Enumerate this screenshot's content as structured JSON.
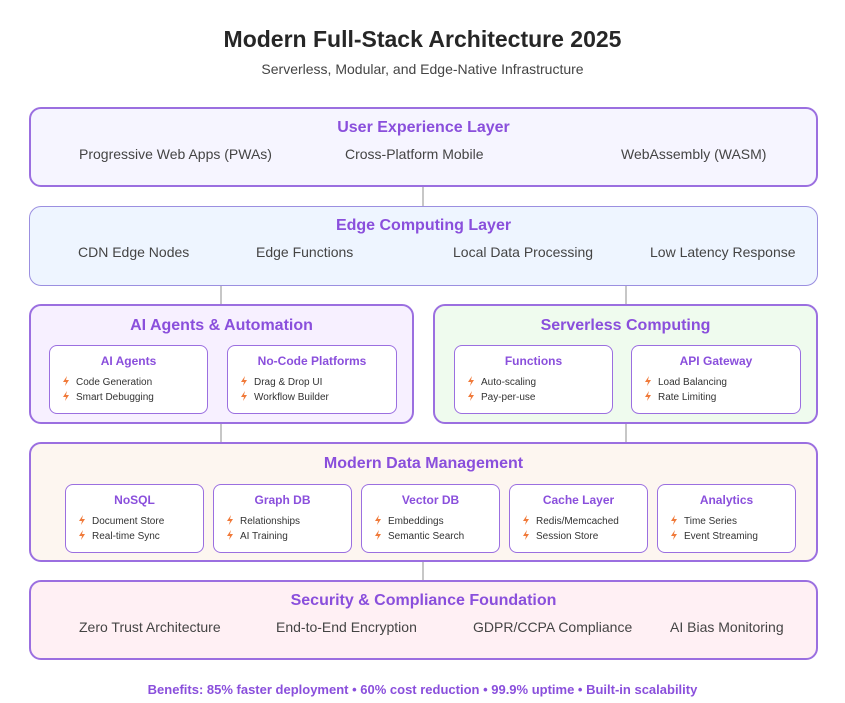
{
  "header": {
    "title": "Modern Full-Stack Architecture 2025",
    "subtitle": "Serverless, Modular, and Edge-Native Infrastructure"
  },
  "layers": {
    "ux": {
      "title": "User Experience Layer",
      "items": [
        "Progressive Web Apps (PWAs)",
        "Cross-Platform Mobile",
        "WebAssembly (WASM)"
      ]
    },
    "edge": {
      "title": "Edge Computing Layer",
      "items": [
        "CDN Edge Nodes",
        "Edge Functions",
        "Local Data Processing",
        "Low Latency Response"
      ]
    },
    "ai": {
      "title": "AI Agents & Automation",
      "cards": [
        {
          "title": "AI Agents",
          "items": [
            "Code Generation",
            "Smart Debugging"
          ]
        },
        {
          "title": "No-Code Platforms",
          "items": [
            "Drag & Drop UI",
            "Workflow Builder"
          ]
        }
      ]
    },
    "serverless": {
      "title": "Serverless Computing",
      "cards": [
        {
          "title": "Functions",
          "items": [
            "Auto-scaling",
            "Pay-per-use"
          ]
        },
        {
          "title": "API Gateway",
          "items": [
            "Load Balancing",
            "Rate Limiting"
          ]
        }
      ]
    },
    "data": {
      "title": "Modern Data Management",
      "cards": [
        {
          "title": "NoSQL",
          "items": [
            "Document Store",
            "Real-time Sync"
          ]
        },
        {
          "title": "Graph DB",
          "items": [
            "Relationships",
            "AI Training"
          ]
        },
        {
          "title": "Vector DB",
          "items": [
            "Embeddings",
            "Semantic Search"
          ]
        },
        {
          "title": "Cache Layer",
          "items": [
            "Redis/Memcached",
            "Session Store"
          ]
        },
        {
          "title": "Analytics",
          "items": [
            "Time Series",
            "Event Streaming"
          ]
        }
      ]
    },
    "security": {
      "title": "Security & Compliance Foundation",
      "items": [
        "Zero Trust Architecture",
        "End-to-End Encryption",
        "GDPR/CCPA Compliance",
        "AI Bias Monitoring"
      ]
    }
  },
  "footer": {
    "benefits": "Benefits: 85% faster deployment • 60% cost reduction • 99.9% uptime • Built-in scalability"
  },
  "colors": {
    "accent": "#8a4fdc",
    "border": "#9b6fe0",
    "bolt": "#f07a3a",
    "connector": "#c7c7c7"
  }
}
